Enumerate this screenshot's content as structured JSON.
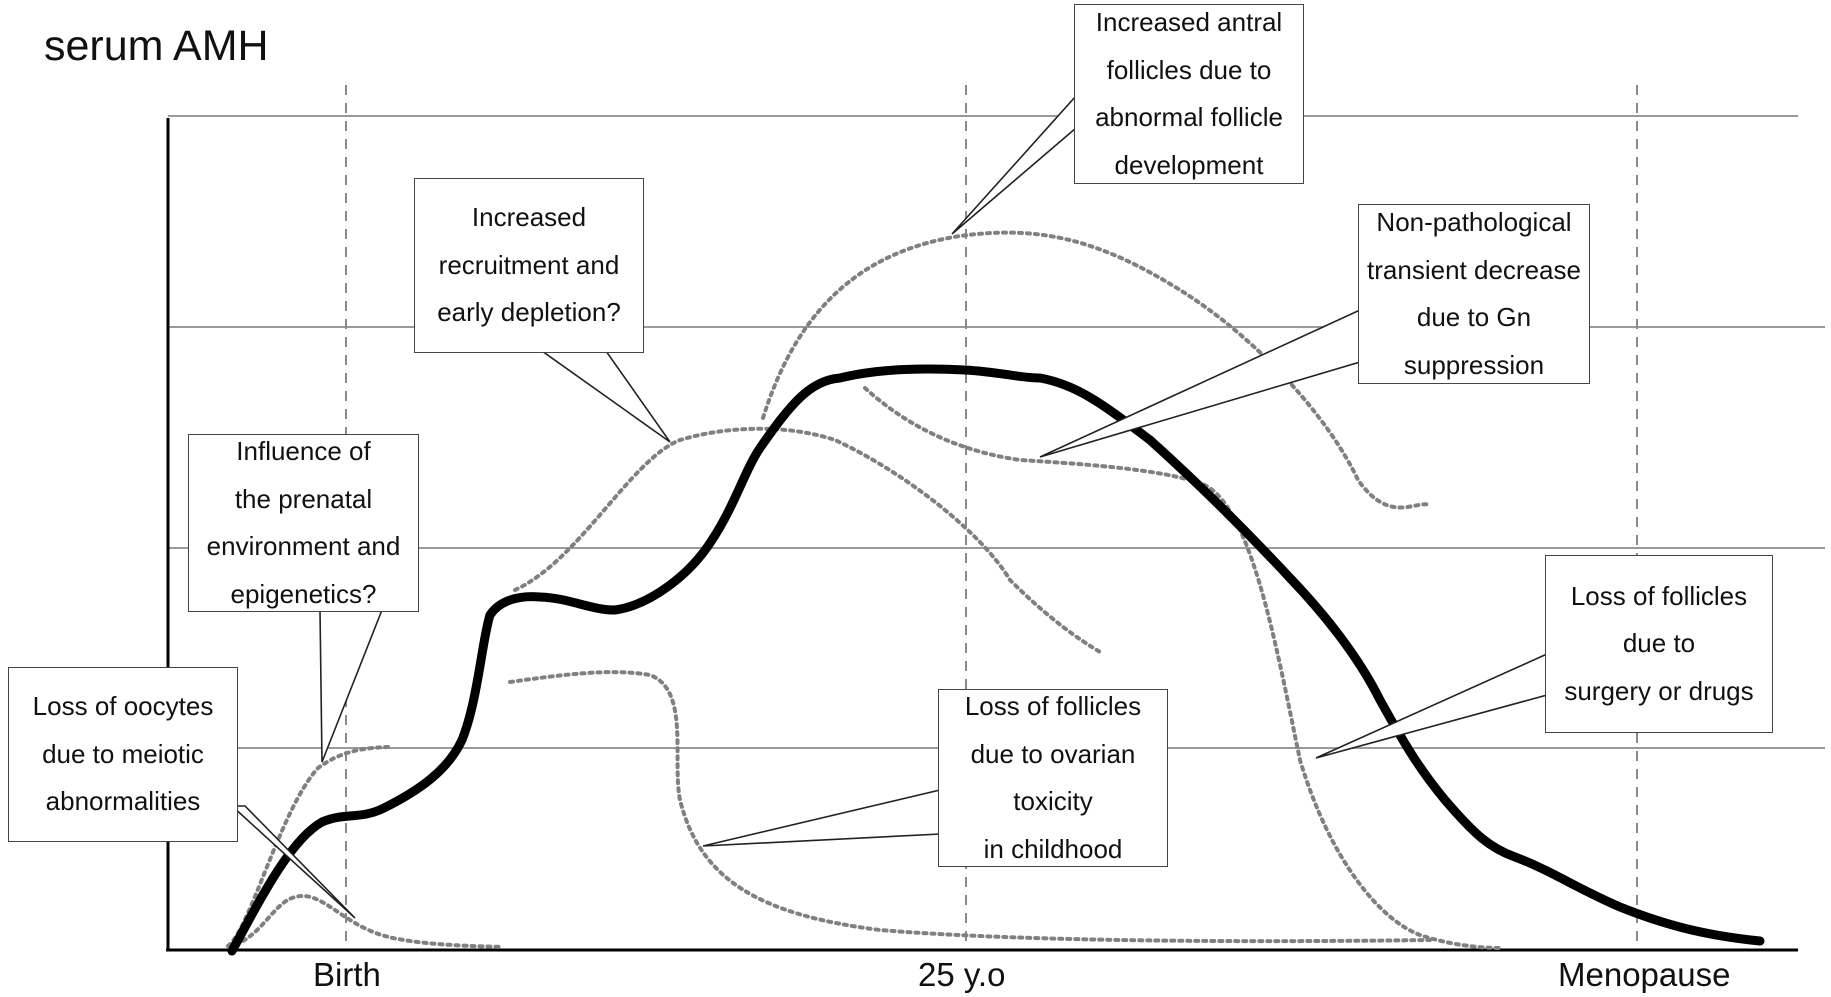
{
  "axis": {
    "y_label": "serum AMH",
    "x_ticks": [
      "Birth",
      "25 y.o",
      "Menopause"
    ]
  },
  "callouts": [
    {
      "id": "meiotic",
      "lines": [
        "Loss of oocytes",
        "due to meiotic",
        "abnormalities"
      ]
    },
    {
      "id": "prenatal",
      "lines": [
        "Influence of",
        "the prenatal",
        "environment and",
        "epigenetics?"
      ]
    },
    {
      "id": "recruitment",
      "lines": [
        "Increased",
        "recruitment and",
        "early depletion?"
      ]
    },
    {
      "id": "antral",
      "lines": [
        "Increased antral",
        "follicles due to",
        "abnormal follicle",
        "development"
      ]
    },
    {
      "id": "gn",
      "lines": [
        "Non-pathological",
        "transient decrease",
        "due to Gn",
        "suppression"
      ]
    },
    {
      "id": "surgery",
      "lines": [
        "Loss of follicles",
        "due to",
        "surgery or drugs"
      ]
    },
    {
      "id": "toxicity",
      "lines": [
        "Loss of follicles",
        "due to ovarian",
        "toxicity",
        "in childhood"
      ]
    }
  ],
  "colors": {
    "main_curve": "#000000",
    "dotted_curves": "#808080",
    "gridlines": "#9a9a9a",
    "box_border": "#444444"
  }
}
